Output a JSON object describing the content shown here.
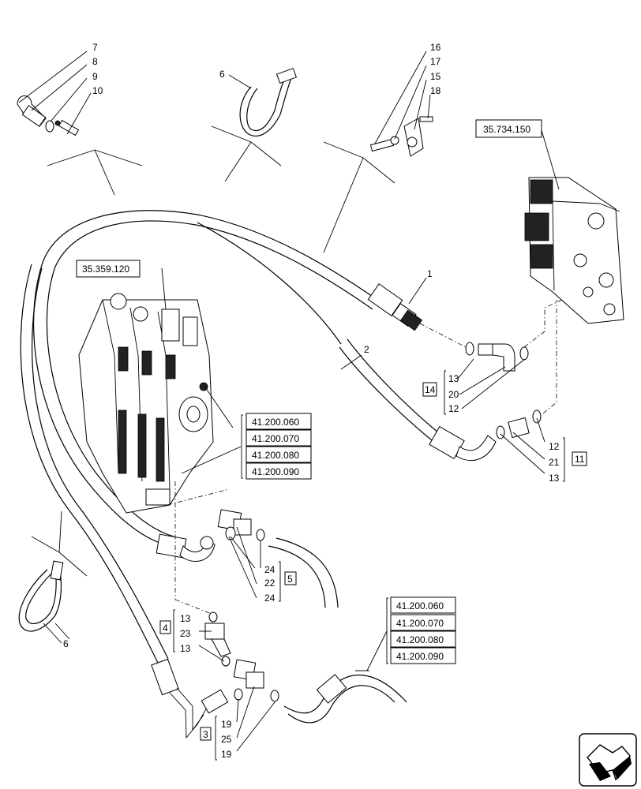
{
  "callouts": {
    "c1": "1",
    "c2": "2",
    "c3": "3",
    "c4": "4",
    "c5": "5",
    "c6a": "6",
    "c6b": "6",
    "c7": "7",
    "c8": "8",
    "c9": "9",
    "c10": "10",
    "c11": "11",
    "c12a": "12",
    "c12b": "12",
    "c13a": "13",
    "c13b": "13",
    "c13c": "13",
    "c13d": "13",
    "c14": "14",
    "c15": "15",
    "c16": "16",
    "c17": "17",
    "c18": "18",
    "c19a": "19",
    "c19b": "19",
    "c20": "20",
    "c21": "21",
    "c22": "22",
    "c23": "23",
    "c24a": "24",
    "c24b": "24",
    "c25": "25"
  },
  "references": {
    "valve_block": "35.734.150",
    "control_valve": "35.359.120",
    "group_a": [
      "41.200.060",
      "41.200.070",
      "41.200.080",
      "41.200.090"
    ],
    "group_b": [
      "41.200.060",
      "41.200.070",
      "41.200.080",
      "41.200.090"
    ]
  },
  "icons": {
    "navigation": "next-page-arrow-icon"
  }
}
